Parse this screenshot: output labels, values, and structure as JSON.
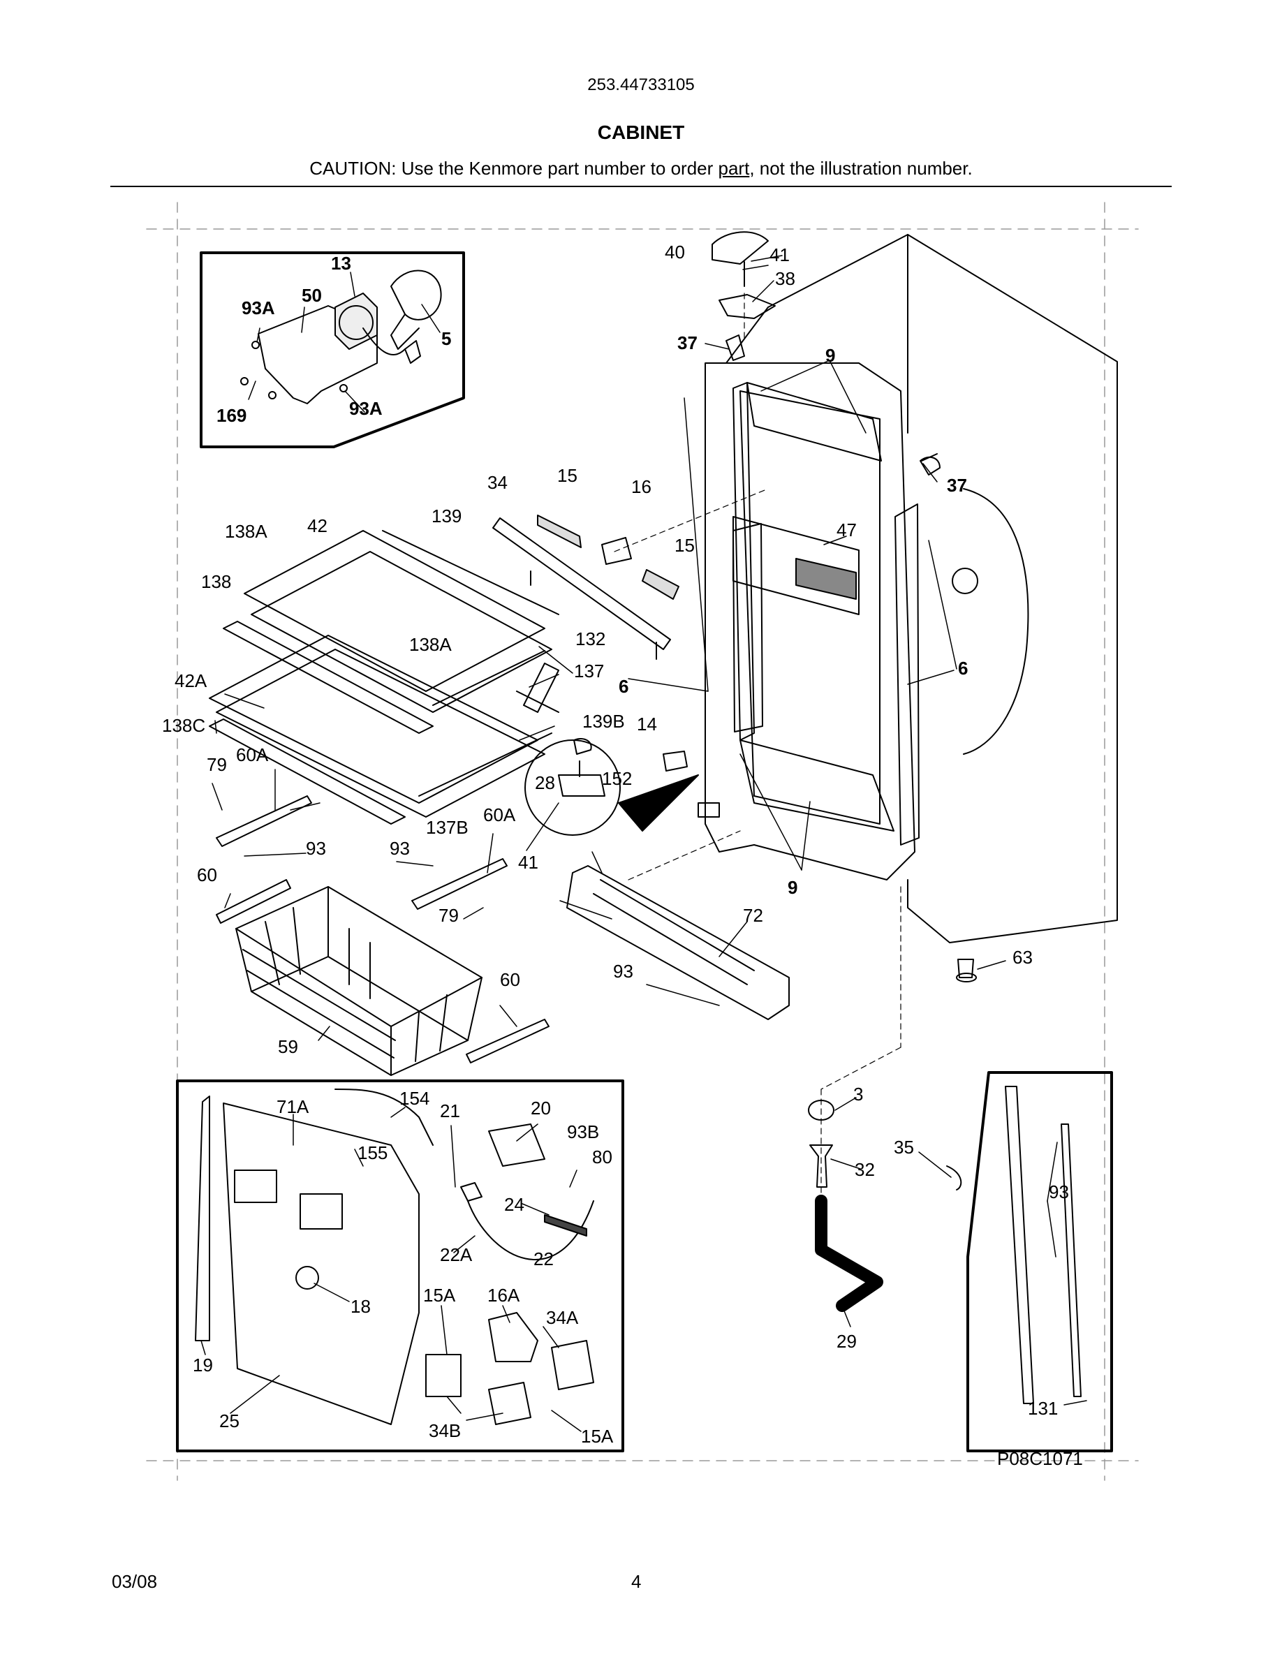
{
  "header": {
    "model_number": "253.44733105",
    "section_title": "CABINET",
    "caution_prefix": "CAUTION: Use the Kenmore part number to order ",
    "caution_link": "part",
    "caution_suffix": ", not the illustration number."
  },
  "footer": {
    "date": "03/08",
    "page_number": "4"
  },
  "figure_code": "P08C1071",
  "callouts": [
    {
      "key": "c-13",
      "label": "13",
      "bold": true
    },
    {
      "key": "c-93a-a",
      "label": "93A",
      "bold": true
    },
    {
      "key": "c-50",
      "label": "50",
      "bold": true
    },
    {
      "key": "c-5",
      "label": "5",
      "bold": true
    },
    {
      "key": "c-169",
      "label": "169",
      "bold": true
    },
    {
      "key": "c-93a-b",
      "label": "93A",
      "bold": true
    },
    {
      "key": "c-40",
      "label": "40"
    },
    {
      "key": "c-41-top",
      "label": "41"
    },
    {
      "key": "c-38",
      "label": "38"
    },
    {
      "key": "c-37-a",
      "label": "37",
      "bold": true
    },
    {
      "key": "c-9-top",
      "label": "9",
      "bold": true
    },
    {
      "key": "c-37-b",
      "label": "37",
      "bold": true
    },
    {
      "key": "c-34",
      "label": "34"
    },
    {
      "key": "c-15-a",
      "label": "15"
    },
    {
      "key": "c-16",
      "label": "16"
    },
    {
      "key": "c-15-b",
      "label": "15"
    },
    {
      "key": "c-47",
      "label": "47"
    },
    {
      "key": "c-138a-a",
      "label": "138A"
    },
    {
      "key": "c-42",
      "label": "42"
    },
    {
      "key": "c-139",
      "label": "139"
    },
    {
      "key": "c-138",
      "label": "138"
    },
    {
      "key": "c-132",
      "label": "132"
    },
    {
      "key": "c-138a-b",
      "label": "138A"
    },
    {
      "key": "c-137",
      "label": "137"
    },
    {
      "key": "c-42a",
      "label": "42A"
    },
    {
      "key": "c-6-left",
      "label": "6",
      "bold": true
    },
    {
      "key": "c-6-right",
      "label": "6",
      "bold": true
    },
    {
      "key": "c-138c",
      "label": "138C"
    },
    {
      "key": "c-139b",
      "label": "139B"
    },
    {
      "key": "c-14",
      "label": "14"
    },
    {
      "key": "c-79-a",
      "label": "79"
    },
    {
      "key": "c-60a-a",
      "label": "60A"
    },
    {
      "key": "c-28",
      "label": "28"
    },
    {
      "key": "c-152",
      "label": "152"
    },
    {
      "key": "c-137b",
      "label": "137B"
    },
    {
      "key": "c-60a-b",
      "label": "60A"
    },
    {
      "key": "c-93-a",
      "label": "93"
    },
    {
      "key": "c-93-b",
      "label": "93"
    },
    {
      "key": "c-41-mid",
      "label": "41"
    },
    {
      "key": "c-60-a",
      "label": "60"
    },
    {
      "key": "c-79-b",
      "label": "79"
    },
    {
      "key": "c-9-bottom",
      "label": "9",
      "bold": true
    },
    {
      "key": "c-72",
      "label": "72"
    },
    {
      "key": "c-63",
      "label": "63"
    },
    {
      "key": "c-93-c",
      "label": "93"
    },
    {
      "key": "c-60-b",
      "label": "60"
    },
    {
      "key": "c-59",
      "label": "59"
    },
    {
      "key": "c-71a",
      "label": "71A"
    },
    {
      "key": "c-154",
      "label": "154"
    },
    {
      "key": "c-21",
      "label": "21"
    },
    {
      "key": "c-20",
      "label": "20"
    },
    {
      "key": "c-93b",
      "label": "93B"
    },
    {
      "key": "c-80",
      "label": "80"
    },
    {
      "key": "c-155",
      "label": "155"
    },
    {
      "key": "c-24",
      "label": "24"
    },
    {
      "key": "c-22a",
      "label": "22A"
    },
    {
      "key": "c-22",
      "label": "22"
    },
    {
      "key": "c-18",
      "label": "18"
    },
    {
      "key": "c-15a-a",
      "label": "15A"
    },
    {
      "key": "c-16a",
      "label": "16A"
    },
    {
      "key": "c-34a",
      "label": "34A"
    },
    {
      "key": "c-19",
      "label": "19"
    },
    {
      "key": "c-25",
      "label": "25"
    },
    {
      "key": "c-34b",
      "label": "34B"
    },
    {
      "key": "c-15a-b",
      "label": "15A"
    },
    {
      "key": "c-3",
      "label": "3"
    },
    {
      "key": "c-35",
      "label": "35"
    },
    {
      "key": "c-32",
      "label": "32"
    },
    {
      "key": "c-93-d",
      "label": "93"
    },
    {
      "key": "c-29",
      "label": "29"
    },
    {
      "key": "c-131",
      "label": "131"
    }
  ]
}
